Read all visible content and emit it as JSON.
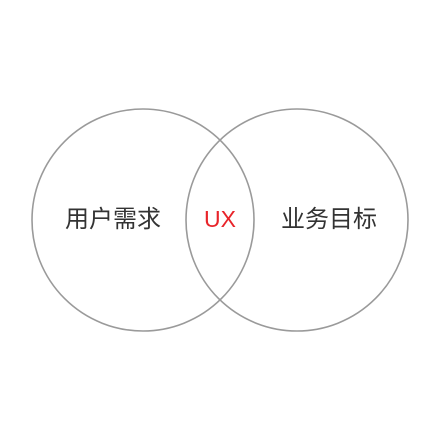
{
  "venn": {
    "left_set": "用户需求",
    "right_set": "业务目标",
    "intersection": "UX"
  },
  "colors": {
    "circle_stroke": "#9a9a9a",
    "text": "#333333",
    "intersection_text": "#e8242a",
    "background": "#ffffff"
  }
}
